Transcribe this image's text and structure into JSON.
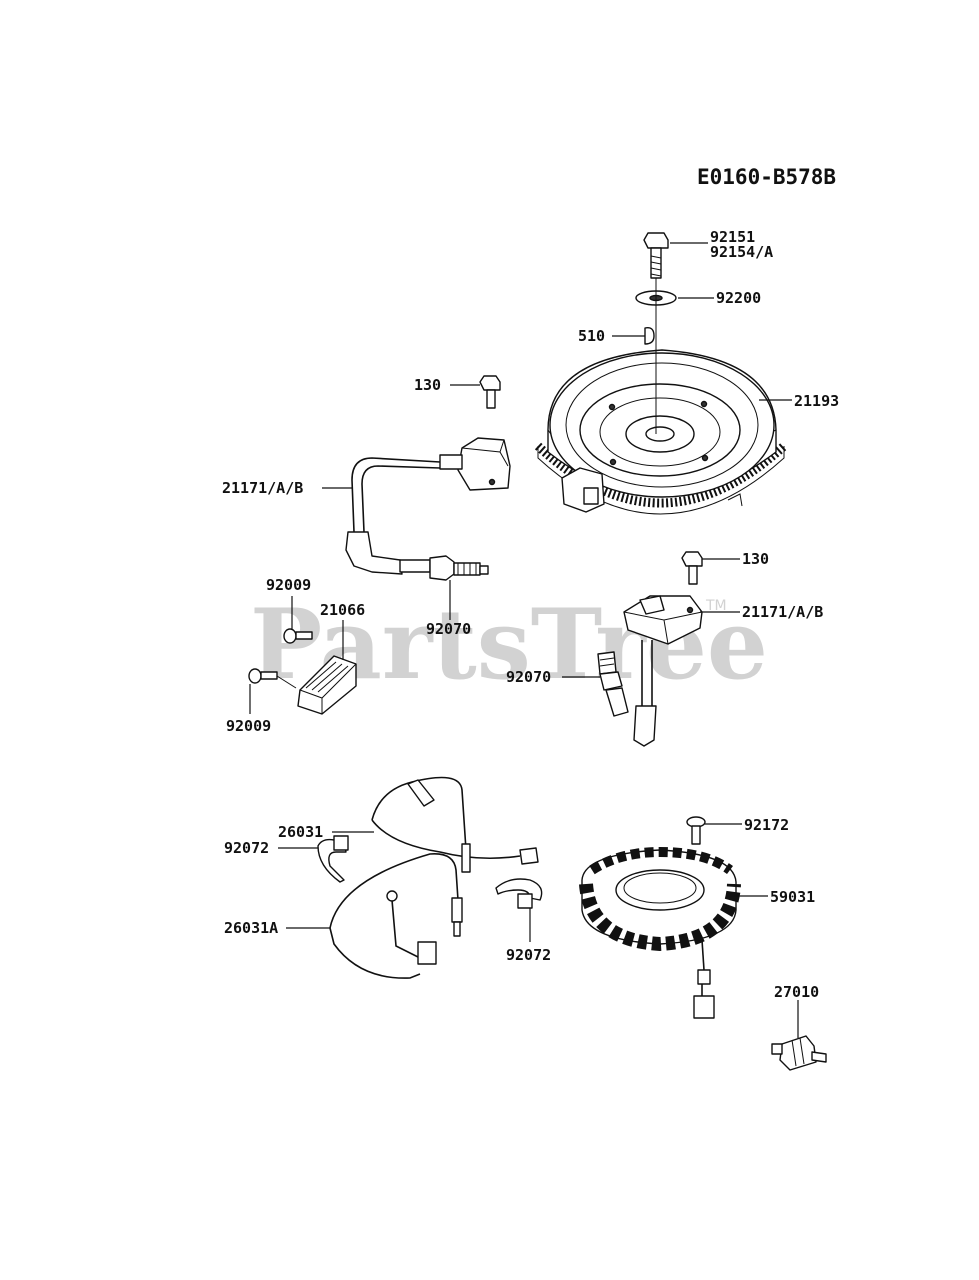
{
  "diagram_code": "E0160-B578B",
  "watermark": "PartsTree",
  "watermark_tm": "TM",
  "labels": {
    "l92151": "92151",
    "l92154a": "92154/A",
    "l92200": "92200",
    "l510": "510",
    "l21193": "21193",
    "l130top": "130",
    "l21171top": "21171/A/B",
    "l92009top": "92009",
    "l21066": "21066",
    "l92070left": "92070",
    "l130right": "130",
    "l21171right": "21171/A/B",
    "l92070right": "92070",
    "l92009bottom": "92009",
    "l26031": "26031",
    "l92072left": "92072",
    "l92172": "92172",
    "l59031": "59031",
    "l26031a": "26031A",
    "l92072right": "92072",
    "l27010": "27010"
  }
}
